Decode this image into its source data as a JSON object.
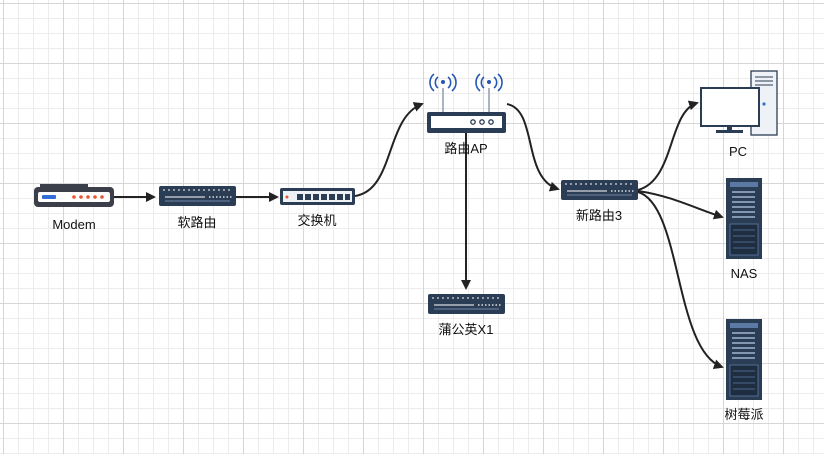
{
  "nodes": {
    "modem": {
      "label": "Modem",
      "icon": "modem-icon"
    },
    "soft_router": {
      "label": "软路由",
      "icon": "router-icon"
    },
    "switch": {
      "label": "交换机",
      "icon": "switch-icon"
    },
    "router_ap": {
      "label": "路由AP",
      "icon": "wireless-router-icon"
    },
    "pugongying": {
      "label": "蒲公英X1",
      "icon": "router-icon"
    },
    "new_router": {
      "label": "新路由3",
      "icon": "router-icon"
    },
    "pc": {
      "label": "PC",
      "icon": "desktop-pc-icon"
    },
    "nas": {
      "label": "NAS",
      "icon": "server-icon"
    },
    "raspberry_pi": {
      "label": "树莓派",
      "icon": "server-icon"
    }
  },
  "edges": [
    {
      "from": "Modem",
      "to": "软路由"
    },
    {
      "from": "软路由",
      "to": "交换机"
    },
    {
      "from": "交换机",
      "to": "路由AP"
    },
    {
      "from": "路由AP",
      "to": "蒲公英X1"
    },
    {
      "from": "路由AP",
      "to": "新路由3"
    },
    {
      "from": "新路由3",
      "to": "PC"
    },
    {
      "from": "新路由3",
      "to": "NAS"
    },
    {
      "from": "新路由3",
      "to": "树莓派"
    }
  ],
  "colors": {
    "device_dark": "#2b3d55",
    "device_light": "#ffffff",
    "modem_body": "#3b3f4a",
    "led_red": "#e4572e",
    "led_blue": "#2f6fd6",
    "antenna_blue": "#2457b0",
    "edge": "#222222"
  }
}
